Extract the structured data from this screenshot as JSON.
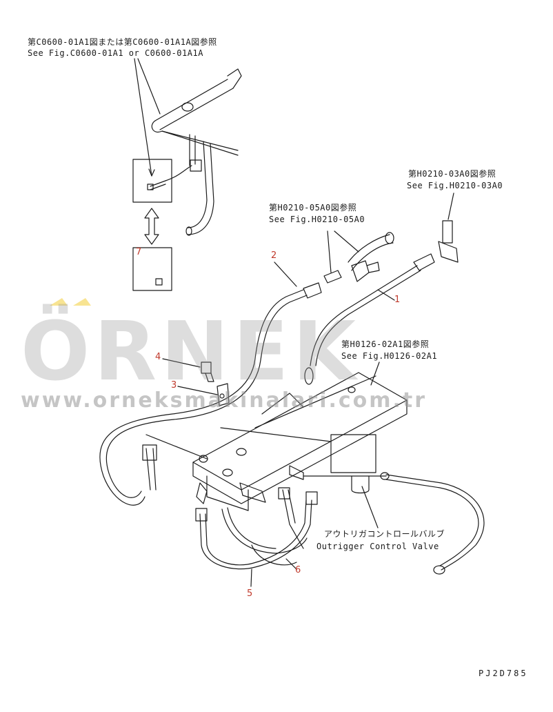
{
  "callouts": {
    "top_left_jp": "第C0600-01A1図または第C0600-01A1A図参照",
    "top_left_en": "See Fig.C0600-01A1 or C0600-01A1A",
    "top_right_jp": "第H0210-03A0図参照",
    "top_right_en": "See Fig.H0210-03A0",
    "mid_jp": "第H0210-05A0図参照",
    "mid_en": "See Fig.H0210-05A0",
    "plate_jp": "第H0126-02A1図参照",
    "plate_en": "See Fig.H0126-02A1",
    "valve_jp": "アウトリガコントロールバルブ",
    "valve_en": "Outrigger Control Valve"
  },
  "part_numbers": [
    "1",
    "2",
    "3",
    "4",
    "5",
    "6",
    "7"
  ],
  "watermark": {
    "brand": "ÖRNEK",
    "url": "www.orneksmakinalari.com.tr"
  },
  "drawing_code": "PJ2D785",
  "colors": {
    "line": "#1a1a1a",
    "part_number": "#c0392b",
    "watermark": "#969696",
    "watermark_accent": "#f1c40f"
  }
}
